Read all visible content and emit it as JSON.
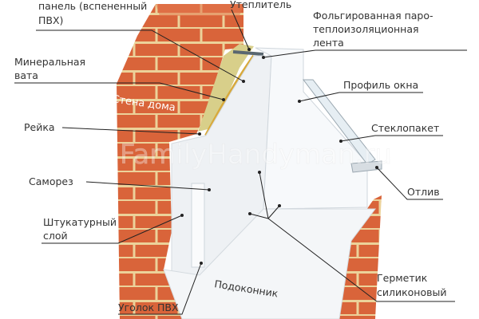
{
  "title": "Схема откоса окна",
  "watermark": "FamilyHandyman.ru",
  "colors": {
    "brick": "#d9643a",
    "mortar": "#ecd29a",
    "insulation": "#d8cf8a",
    "pvc": "#f2f5f8",
    "foil": "#5a6770"
  },
  "labels": {
    "panel_line1": "панель (вспененный",
    "panel_line2": "ПВХ)",
    "insulation": "Утеплитель",
    "foil_line1": "Фольгированная паро-",
    "foil_line2": "теплоизоляционная",
    "foil_line3": "лента",
    "mineral_line1": "Минеральная",
    "mineral_line2": "вата",
    "wall": "Стена дома",
    "profile": "Профиль окна",
    "batten": "Рейка",
    "glazing": "Стеклопакет",
    "screw": "Саморез",
    "drip": "Отлив",
    "plaster_line1": "Штукатурный",
    "plaster_line2": "слой",
    "sealant_line1": "Герметик",
    "sealant_line2": "силиконовый",
    "sill": "Подоконник",
    "corner": "Уголок ПВХ"
  }
}
